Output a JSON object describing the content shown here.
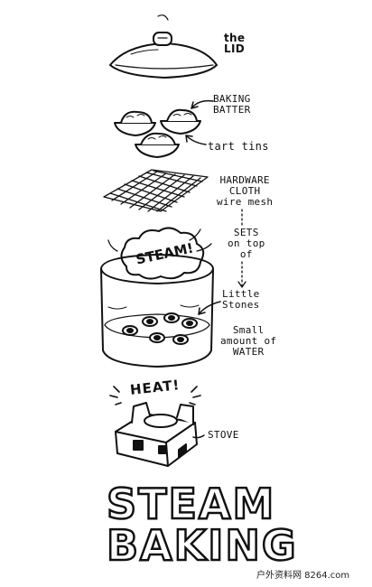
{
  "labels": {
    "lid": "the\nLID",
    "batter": "BAKING\nBATTER",
    "tins": "tart tins",
    "mesh": "HARDWARE\nCLOTH\nwire mesh",
    "sets": "SETS\non top\nof",
    "stones": "Little\nStones",
    "water": "Small\namount of\nWATER",
    "stove": "STOVE"
  },
  "bubbles": {
    "steam": "STEAM!",
    "heat": "HEAT!"
  },
  "title": {
    "line1": "STEAM",
    "line2": "BAKING"
  },
  "watermark": "户外资料网 8264.com",
  "colors": {
    "ink": "#111111",
    "paper": "#ffffff"
  }
}
